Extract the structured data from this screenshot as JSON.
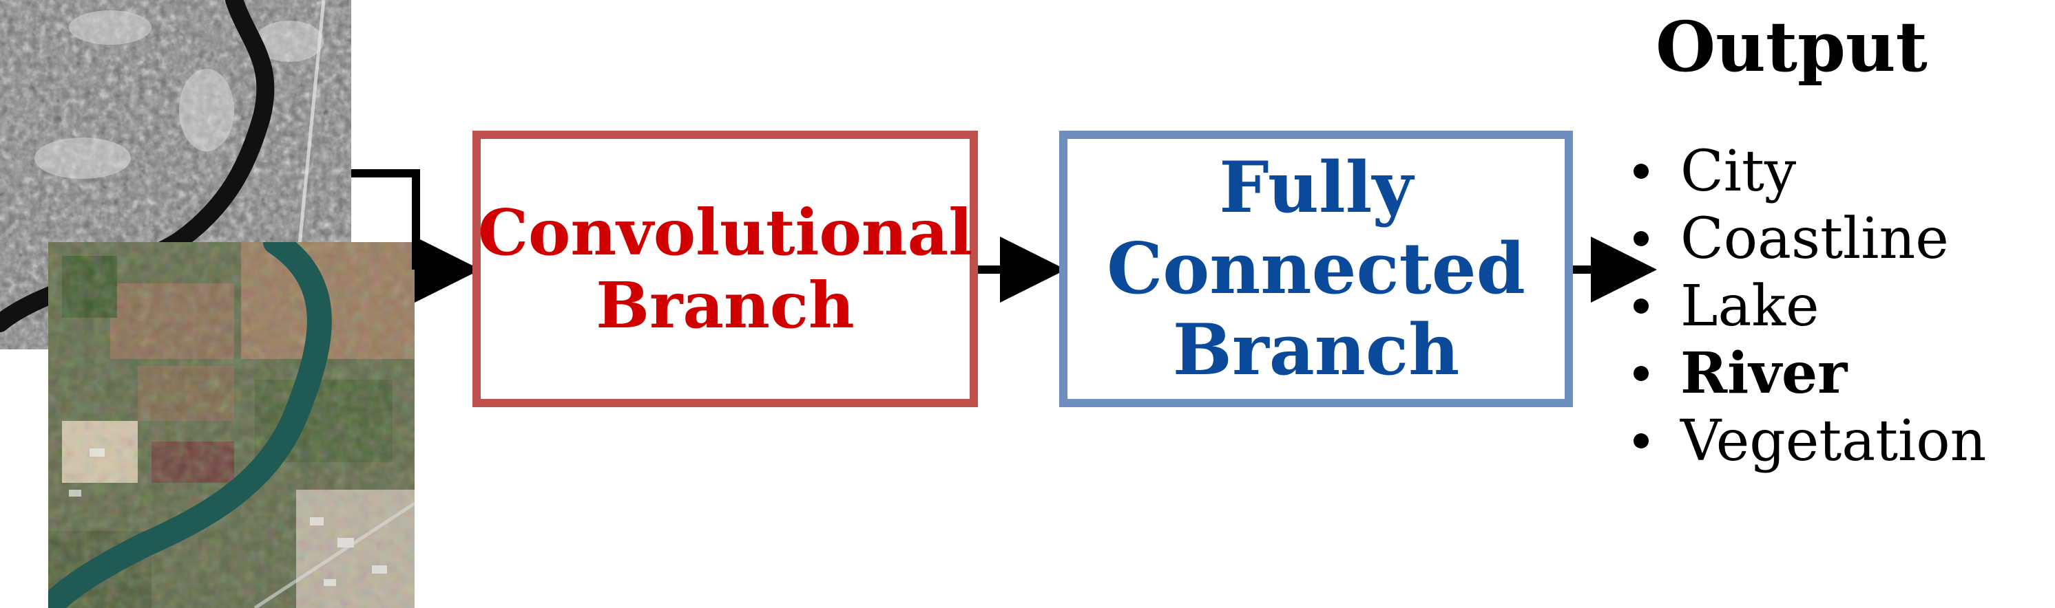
{
  "inputs": {
    "sar_image": "sar-grayscale-river-image",
    "optical_image": "optical-rgb-river-image"
  },
  "conv_branch": {
    "label": "Convolutional\nBranch",
    "text_color": "#d00000",
    "border_color": "#c0504d"
  },
  "fc_branch": {
    "label": "Fully\nConnected\nBranch",
    "text_color": "#0b4a9b",
    "border_color": "#6d8ebf"
  },
  "output": {
    "title": "Output",
    "classes": [
      {
        "label": "City",
        "selected": false
      },
      {
        "label": "Coastline",
        "selected": false
      },
      {
        "label": "Lake",
        "selected": false
      },
      {
        "label": "River",
        "selected": true
      },
      {
        "label": "Vegetation",
        "selected": false
      }
    ]
  },
  "icons": {
    "arrows": "arrow-right-icon",
    "bullets": "bullet-icon"
  }
}
